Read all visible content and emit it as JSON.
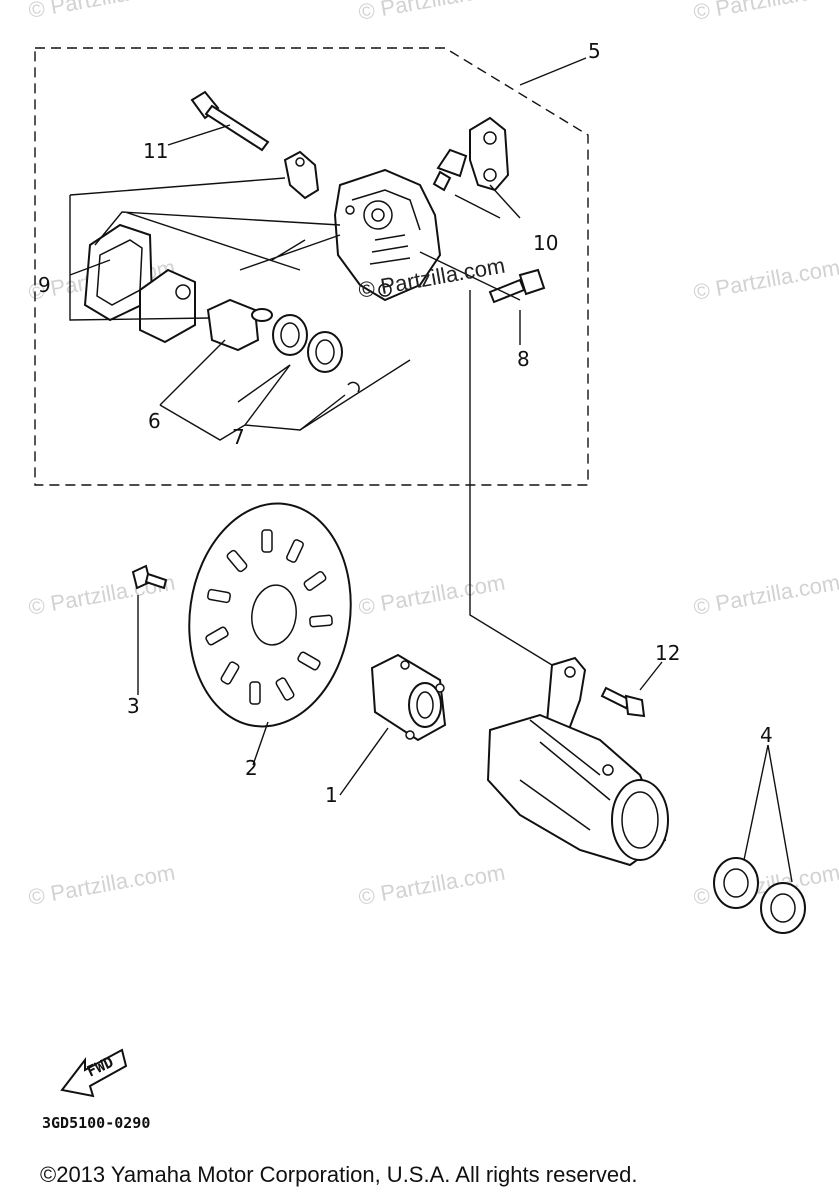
{
  "watermark": "© Partzilla.com",
  "callouts": {
    "c1": "1",
    "c2": "2",
    "c3": "3",
    "c4": "4",
    "c5": "5",
    "c6": "6",
    "c7": "7",
    "c8": "8",
    "c9": "9",
    "c10": "10",
    "c11": "11",
    "c12": "12"
  },
  "fwd_label": "FWD",
  "diagram_code": "3GD5100-0290",
  "copyright": "©2013  Yamaha Motor Corporation, U.S.A. All rights reserved."
}
